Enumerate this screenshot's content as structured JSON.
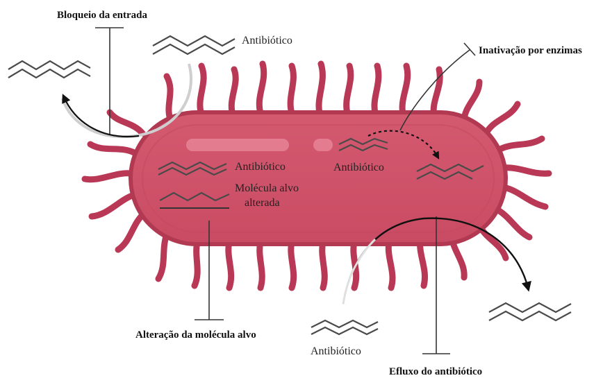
{
  "labels": {
    "entry_block": "Bloqueio da entrada",
    "antibiotic_top": "Antibiótico",
    "enzyme_inactivation": "Inativação por enzimas",
    "antibiotic_inside_left": "Antibiótico",
    "antibiotic_inside_mid": "Antibiótico",
    "altered_target_line1": "Molécula alvo",
    "altered_target_line2": "alterada",
    "target_alteration": "Alteração da molécula alvo",
    "antibiotic_bottom": "Antibiótico",
    "efflux": "Efluxo do antibiótico"
  },
  "colors": {
    "cell_fill": "#d4566c",
    "cell_outline": "#b13a52",
    "flagella": "#b83855",
    "drug_line": "#4a4a4a"
  }
}
